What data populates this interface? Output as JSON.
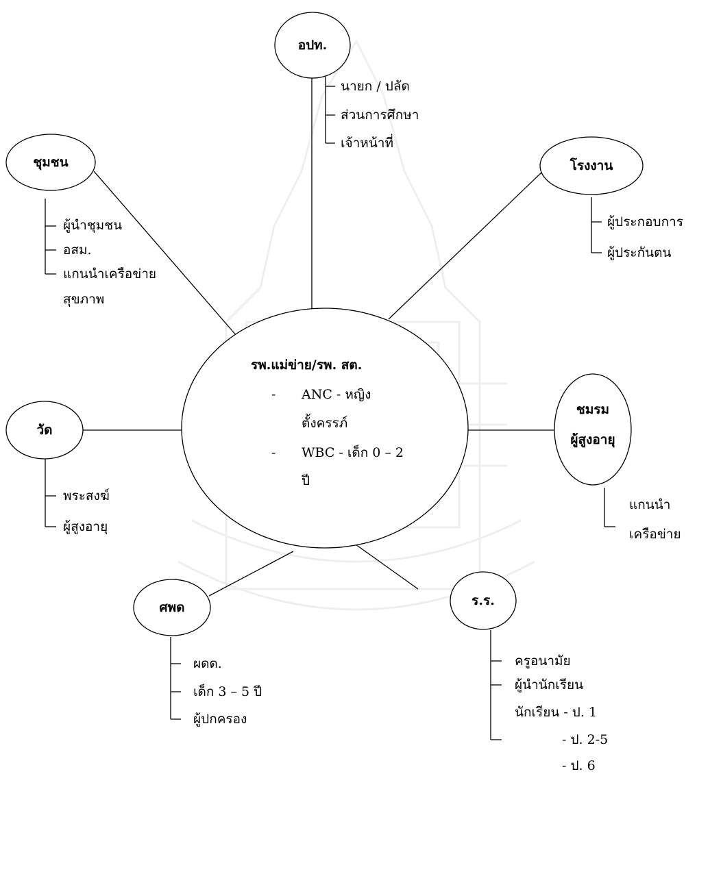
{
  "center": {
    "title": "รพ.แม่ข่าย/รพ. สต.",
    "bullet1_dash": "-",
    "bullet1_line1": "ANC - หญิง",
    "bullet1_line2": "ตั้งครรภ์",
    "bullet2_dash": "-",
    "bullet2_line1": "WBC - เด็ก 0 – 2",
    "bullet2_line2": "ปี"
  },
  "nodes": {
    "opt": {
      "title": "อปท.",
      "items": [
        "นายก / ปลัด",
        "ส่วนการศึกษา",
        "เจ้าหน้าที่"
      ]
    },
    "community": {
      "title": "ชุมชน",
      "items": [
        "ผู้นำชุมชน",
        "อสม.",
        "แกนนำเครือข่าย",
        "สุขภาพ"
      ]
    },
    "factory": {
      "title": "โรงงาน",
      "items": [
        "ผู้ประกอบการ",
        "ผู้ประกันตน"
      ]
    },
    "temple": {
      "title": "วัด",
      "items": [
        "พระสงฆ์",
        "ผู้สูงอายุ"
      ]
    },
    "elderly_club": {
      "title_line1": "ชมรม",
      "title_line2": "ผู้สูงอายุ",
      "items": [
        "แกนนำ",
        "เครือข่าย"
      ]
    },
    "childcenter": {
      "title": "ศพด",
      "items": [
        "ผดด.",
        "เด็ก 3 – 5 ปี",
        "ผู้ปกครอง"
      ]
    },
    "school": {
      "title": "ร.ร.",
      "items": [
        "ครูอนามัย",
        "ผู้นำนักเรียน",
        "นักเรียน - ป. 1",
        "- ป. 2-5",
        "- ป. 6"
      ]
    }
  },
  "colors": {
    "line": "#000000",
    "watermark": "#9a9a9a"
  }
}
